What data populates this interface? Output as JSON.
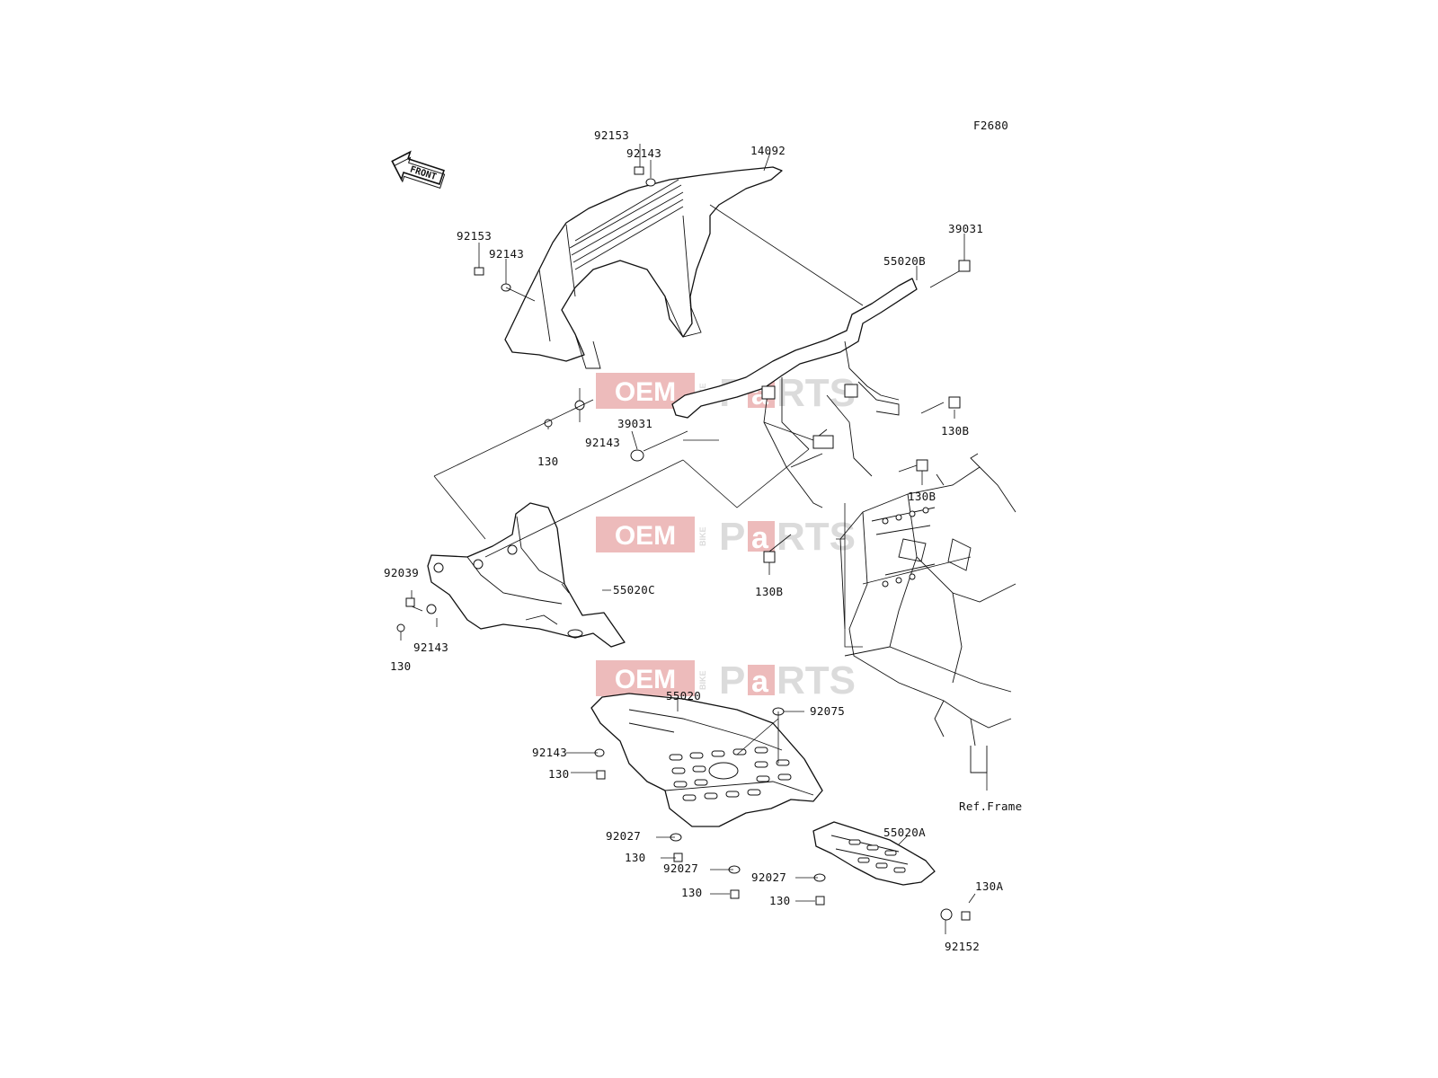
{
  "figure_code": "F2680",
  "front_marker": "FRONT",
  "reference_note": "Ref.Frame",
  "watermark": {
    "left": "OEM",
    "middle": "BIKE",
    "right_a": "P",
    "right_b": "a",
    "right_c": "RTS",
    "color": "#e8a5a5"
  },
  "callouts": [
    "92153",
    "92143",
    "14092",
    "92153",
    "92143",
    "39031",
    "55020B",
    "130B",
    "39031",
    "92143",
    "130",
    "130B",
    "92039",
    "55020C",
    "130B",
    "92143",
    "130",
    "55020",
    "92075",
    "92143",
    "130",
    "92027",
    "130",
    "92027",
    "130",
    "55020A",
    "92027",
    "130",
    "130A",
    "92152",
    "Ref.Frame"
  ]
}
